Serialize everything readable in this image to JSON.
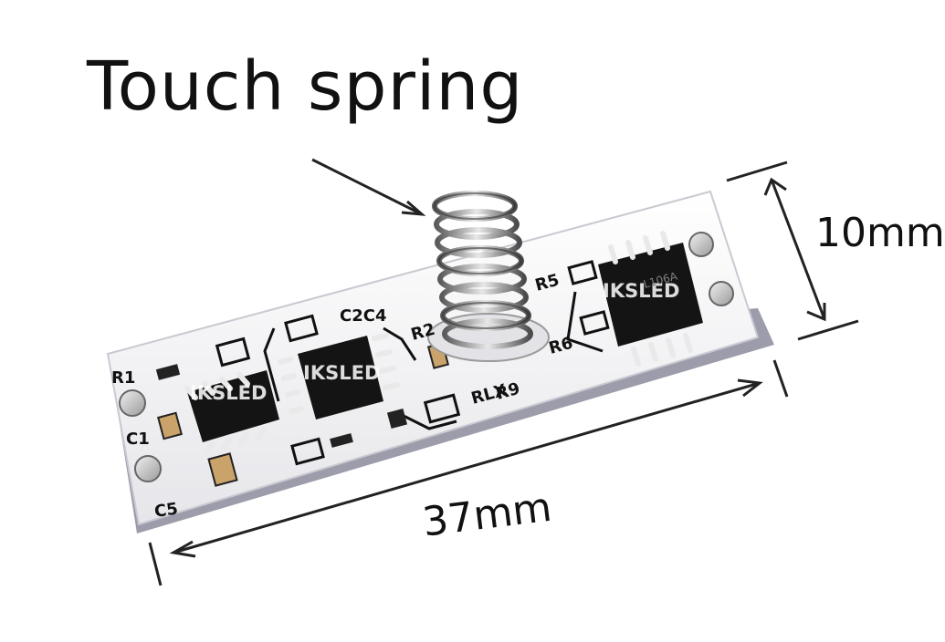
{
  "callout": {
    "label": "Touch spring"
  },
  "dimensions": {
    "width": "10mm",
    "length": "37mm"
  },
  "pcb": {
    "watermark_left": "IKSLED",
    "watermark_center": "IKSLED",
    "watermark_right": "IKSLED",
    "chip_marking": "L106A",
    "silkscreen": {
      "r1": "R1",
      "r2": "R2",
      "r5": "R5",
      "r6": "R6",
      "r9": "R9",
      "c1": "C1",
      "c2c4": "C2C4",
      "c5": "C5",
      "rlx": "RLX"
    }
  },
  "colors": {
    "board": "#f2f2f4",
    "chip": "#151515",
    "gold": "#c7a55a",
    "trace": "#d9d9df"
  }
}
